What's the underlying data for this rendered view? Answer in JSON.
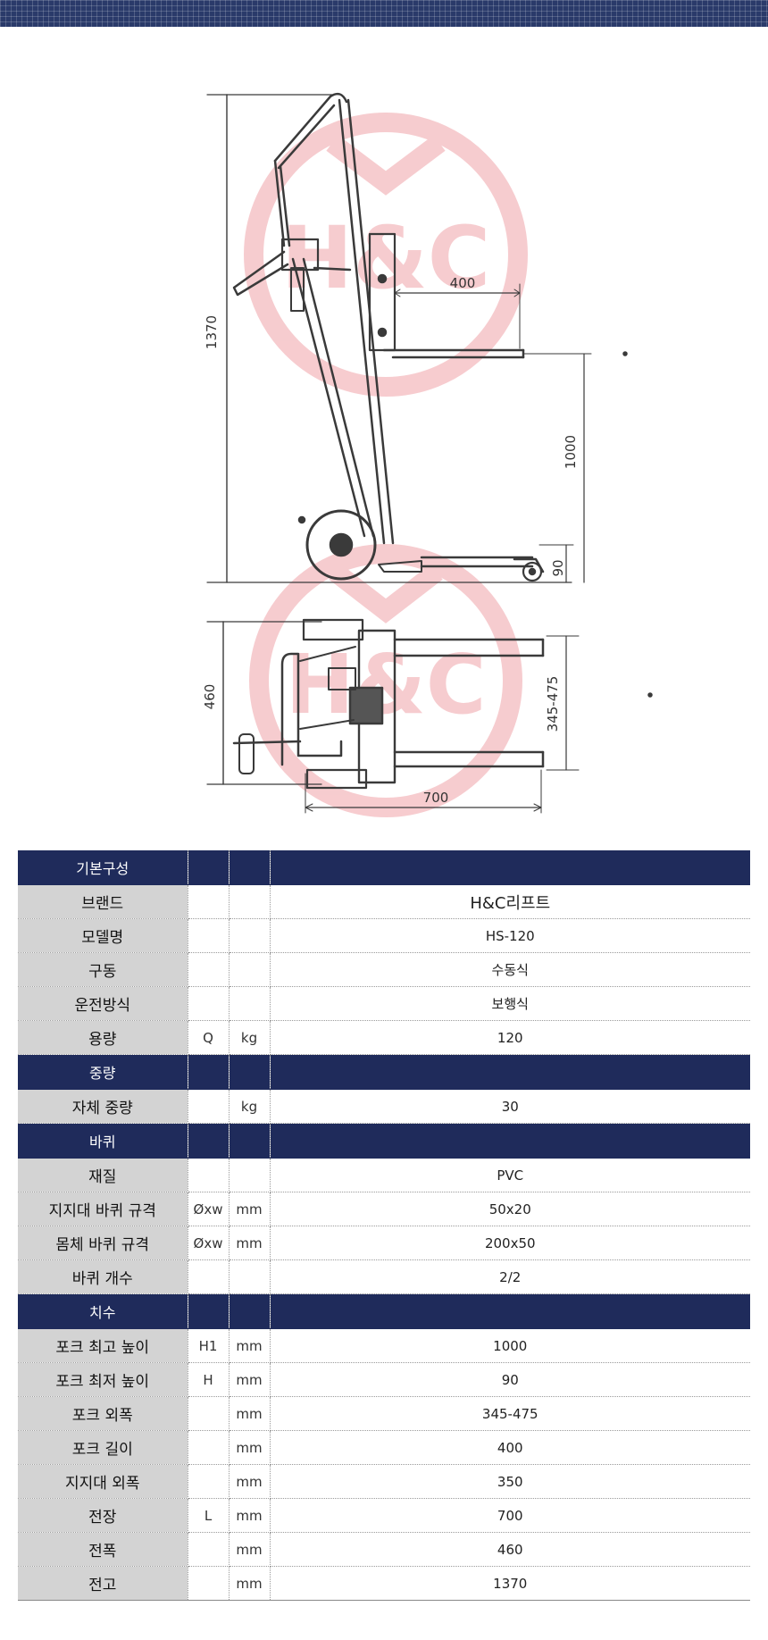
{
  "watermark": {
    "text": "H&C",
    "color": "#f0a3a8"
  },
  "drawing": {
    "dimensions": {
      "total_height": "1370",
      "fork_length": "400",
      "fork_max_height": "1000",
      "fork_min_height": "90",
      "overall_width": "460",
      "fork_spread": "345-475",
      "overall_length": "700"
    }
  },
  "spec_table": {
    "sections": [
      {
        "title": "기본구성",
        "rows": [
          {
            "label": "브랜드",
            "symbol": "",
            "unit": "",
            "value": "H&C리프트"
          },
          {
            "label": "모델명",
            "symbol": "",
            "unit": "",
            "value": "HS-120"
          },
          {
            "label": "구동",
            "symbol": "",
            "unit": "",
            "value": "수동식"
          },
          {
            "label": "운전방식",
            "symbol": "",
            "unit": "",
            "value": "보행식"
          },
          {
            "label": "용량",
            "symbol": "Q",
            "unit": "kg",
            "value": "120"
          }
        ]
      },
      {
        "title": "중량",
        "rows": [
          {
            "label": "자체 중량",
            "symbol": "",
            "unit": "kg",
            "value": "30"
          }
        ]
      },
      {
        "title": "바퀴",
        "rows": [
          {
            "label": "재질",
            "symbol": "",
            "unit": "",
            "value": "PVC"
          },
          {
            "label": "지지대 바퀴 규격",
            "symbol": "Øxw",
            "unit": "mm",
            "value": "50x20"
          },
          {
            "label": "몸체 바퀴 규격",
            "symbol": "Øxw",
            "unit": "mm",
            "value": "200x50"
          },
          {
            "label": "바퀴 개수",
            "symbol": "",
            "unit": "",
            "value": "2/2"
          }
        ]
      },
      {
        "title": "치수",
        "rows": [
          {
            "label": "포크 최고 높이",
            "symbol": "H1",
            "unit": "mm",
            "value": "1000"
          },
          {
            "label": "포크 최저 높이",
            "symbol": "H",
            "unit": "mm",
            "value": "90"
          },
          {
            "label": "포크 외폭",
            "symbol": "",
            "unit": "mm",
            "value": "345-475"
          },
          {
            "label": "포크 길이",
            "symbol": "",
            "unit": "mm",
            "value": "400"
          },
          {
            "label": "지지대 외폭",
            "symbol": "",
            "unit": "mm",
            "value": "350"
          },
          {
            "label": "전장",
            "symbol": "L",
            "unit": "mm",
            "value": "700"
          },
          {
            "label": "전폭",
            "symbol": "",
            "unit": "mm",
            "value": "460"
          },
          {
            "label": "전고",
            "symbol": "",
            "unit": "mm",
            "value": "1370"
          }
        ]
      }
    ]
  }
}
